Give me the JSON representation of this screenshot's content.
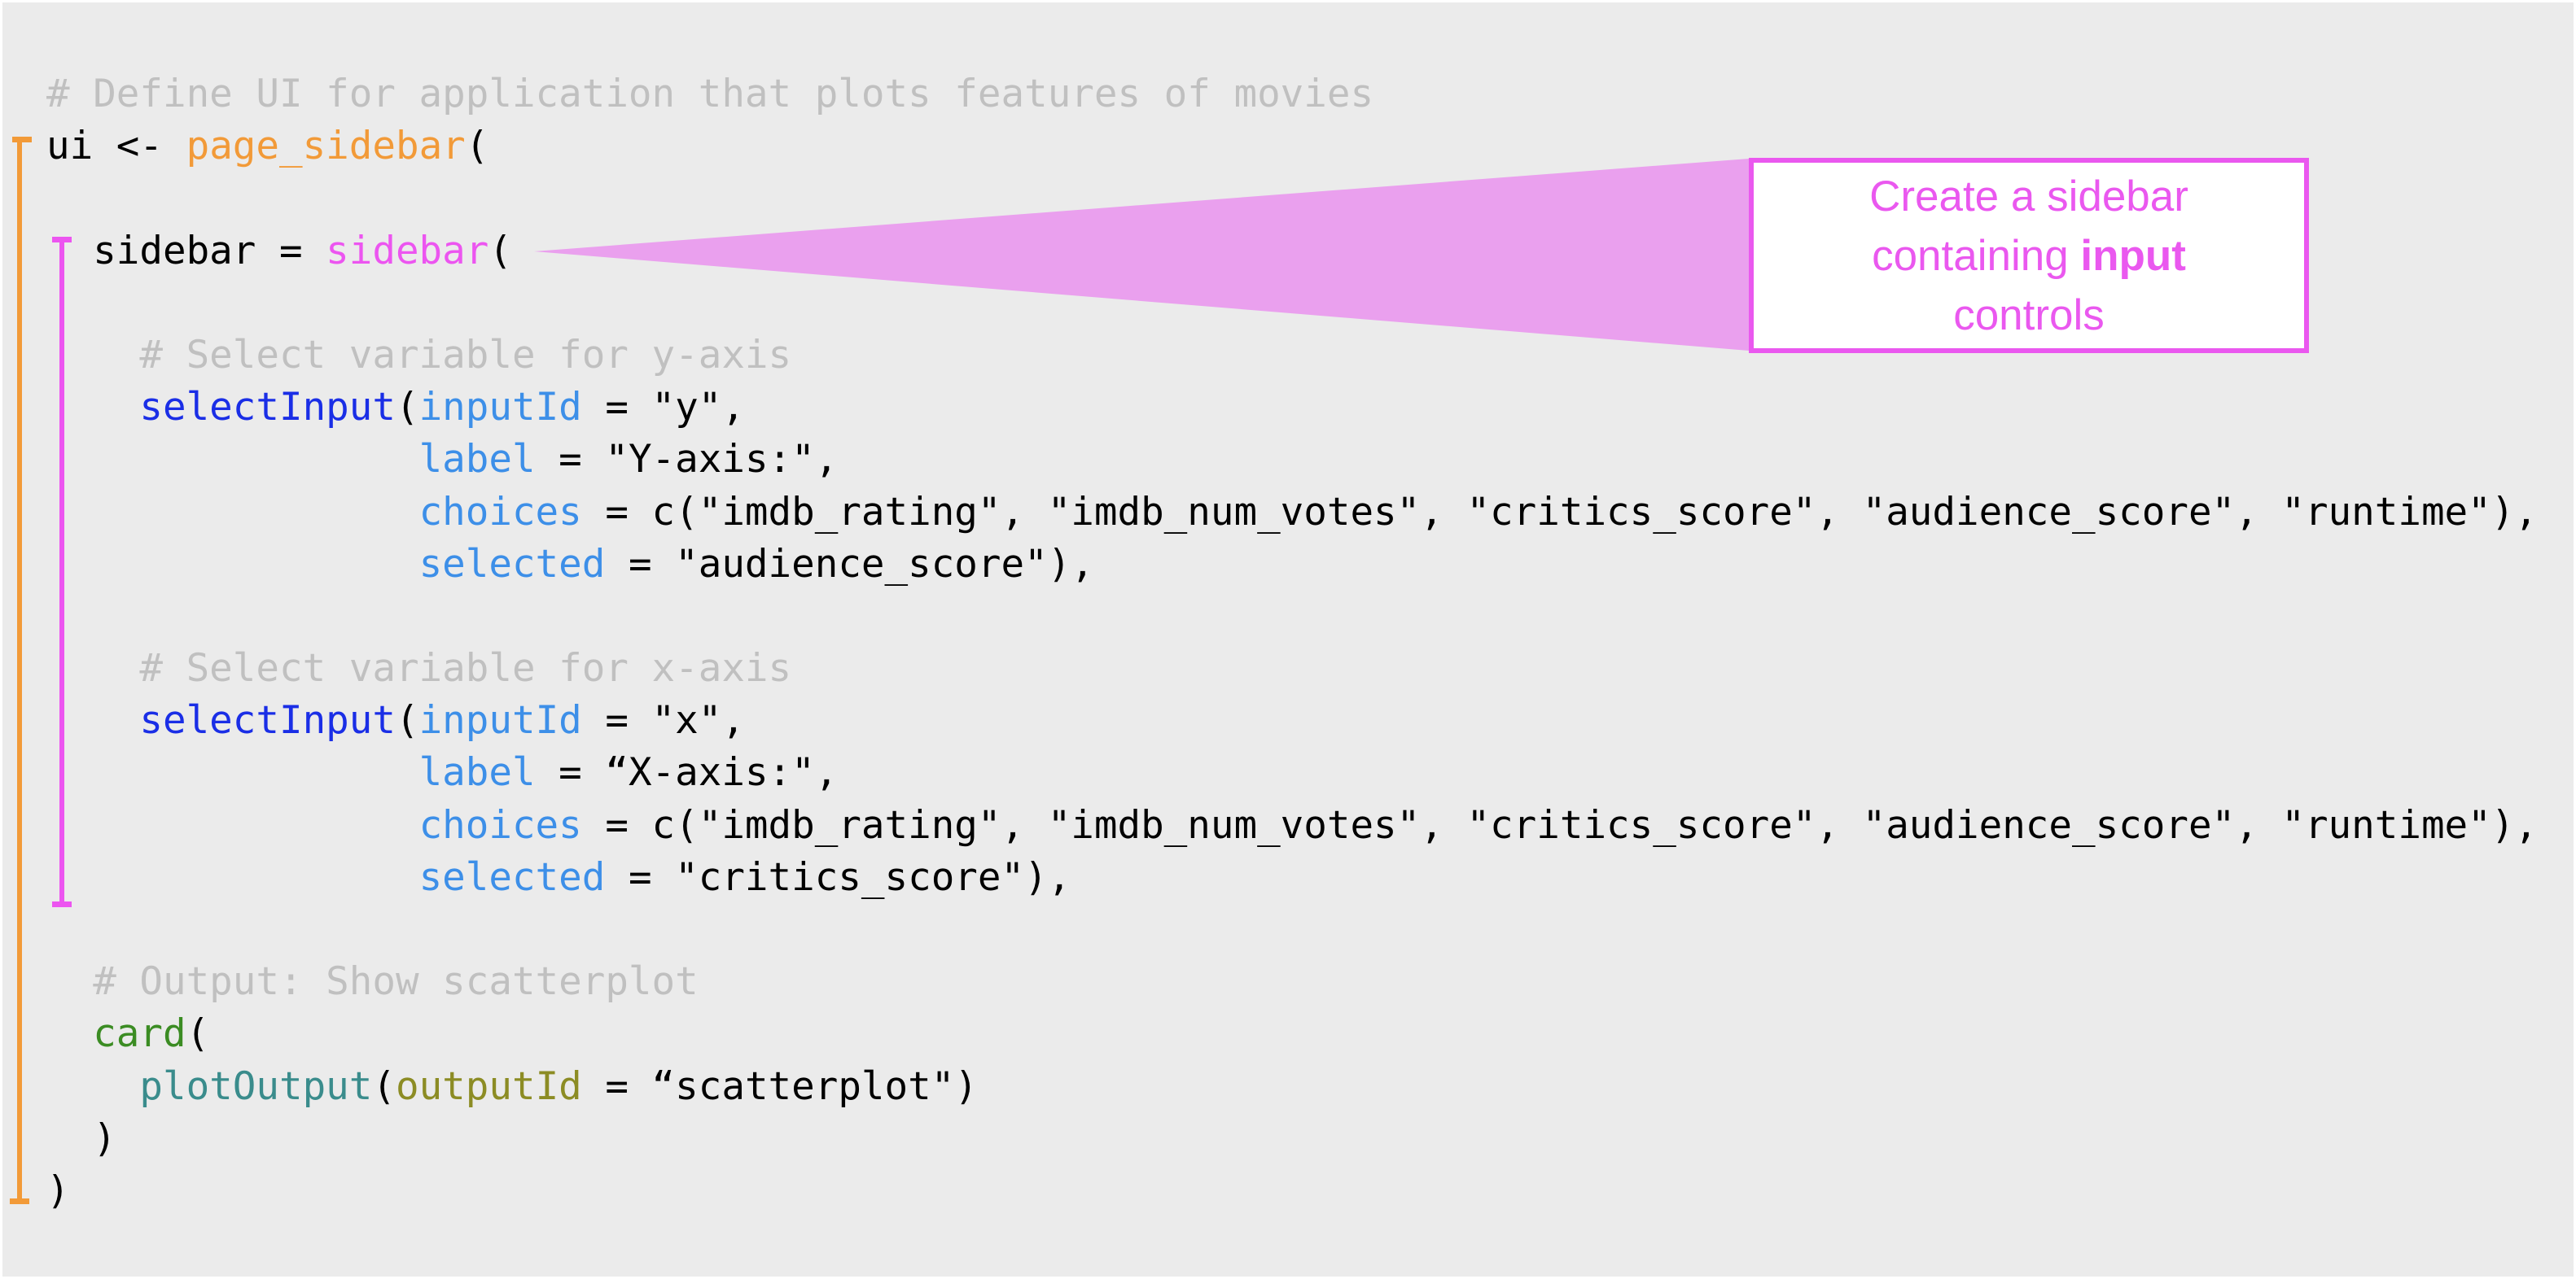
{
  "colors": {
    "background": "#ebebeb",
    "comment": "#c0c0c0",
    "plain": "#000000",
    "page_fn": "#f29a38",
    "sidebar_fn": "#ec55f0",
    "select_fn": "#1a2ee6",
    "arg": "#3d8fe8",
    "card_fn": "#3b8c23",
    "plot_fn": "#3a8c8c",
    "plot_arg": "#8c8c24",
    "callout": "#ea58ef",
    "callout_wedge": "#eaa0ee"
  },
  "code_lines": [
    [
      {
        "t": "# Define UI for application that plots features of movies",
        "c": "comment"
      }
    ],
    [
      {
        "t": "ui <- ",
        "c": "plain"
      },
      {
        "t": "page_sidebar",
        "c": "page_fn"
      },
      {
        "t": "(",
        "c": "plain"
      }
    ],
    [],
    [
      {
        "t": "  sidebar = ",
        "c": "plain"
      },
      {
        "t": "sidebar",
        "c": "sidebar_fn"
      },
      {
        "t": "(",
        "c": "plain"
      }
    ],
    [],
    [
      {
        "t": "    # Select variable for y-axis",
        "c": "comment"
      }
    ],
    [
      {
        "t": "    selectInput",
        "c": "select_fn"
      },
      {
        "t": "(",
        "c": "plain"
      },
      {
        "t": "inputId",
        "c": "arg"
      },
      {
        "t": " = \"y\",",
        "c": "plain"
      }
    ],
    [
      {
        "t": "                ",
        "c": "plain"
      },
      {
        "t": "label",
        "c": "arg"
      },
      {
        "t": " = \"Y-axis:\",",
        "c": "plain"
      }
    ],
    [
      {
        "t": "                ",
        "c": "plain"
      },
      {
        "t": "choices",
        "c": "arg"
      },
      {
        "t": " = c(\"imdb_rating\", \"imdb_num_votes\", \"critics_score\", \"audience_score\", \"runtime\"),",
        "c": "plain"
      }
    ],
    [
      {
        "t": "                ",
        "c": "plain"
      },
      {
        "t": "selected",
        "c": "arg"
      },
      {
        "t": " = \"audience_score\"),",
        "c": "plain"
      }
    ],
    [],
    [
      {
        "t": "    # Select variable for x-axis",
        "c": "comment"
      }
    ],
    [
      {
        "t": "    selectInput",
        "c": "select_fn"
      },
      {
        "t": "(",
        "c": "plain"
      },
      {
        "t": "inputId",
        "c": "arg"
      },
      {
        "t": " = \"x\",",
        "c": "plain"
      }
    ],
    [
      {
        "t": "                ",
        "c": "plain"
      },
      {
        "t": "label",
        "c": "arg"
      },
      {
        "t": " = “X-axis:\",",
        "c": "plain"
      }
    ],
    [
      {
        "t": "                ",
        "c": "plain"
      },
      {
        "t": "choices",
        "c": "arg"
      },
      {
        "t": " = c(\"imdb_rating\", \"imdb_num_votes\", \"critics_score\", \"audience_score\", \"runtime\"),",
        "c": "plain"
      }
    ],
    [
      {
        "t": "                ",
        "c": "plain"
      },
      {
        "t": "selected",
        "c": "arg"
      },
      {
        "t": " = \"critics_score\"),",
        "c": "plain"
      }
    ],
    [],
    [
      {
        "t": "  # Output: Show scatterplot",
        "c": "comment"
      }
    ],
    [
      {
        "t": "  card",
        "c": "card_fn"
      },
      {
        "t": "(",
        "c": "plain"
      }
    ],
    [
      {
        "t": "    plotOutput",
        "c": "plot_fn"
      },
      {
        "t": "(",
        "c": "plain"
      },
      {
        "t": "outputId",
        "c": "plot_arg"
      },
      {
        "t": " = “scatterplot\")",
        "c": "plain"
      }
    ],
    [
      {
        "t": "  )",
        "c": "plain"
      }
    ],
    [
      {
        "t": ")",
        "c": "plain"
      }
    ]
  ],
  "callout": {
    "line1": "Create a sidebar",
    "line2_prefix": "containing ",
    "line2_bold": "input",
    "line3": "controls"
  }
}
